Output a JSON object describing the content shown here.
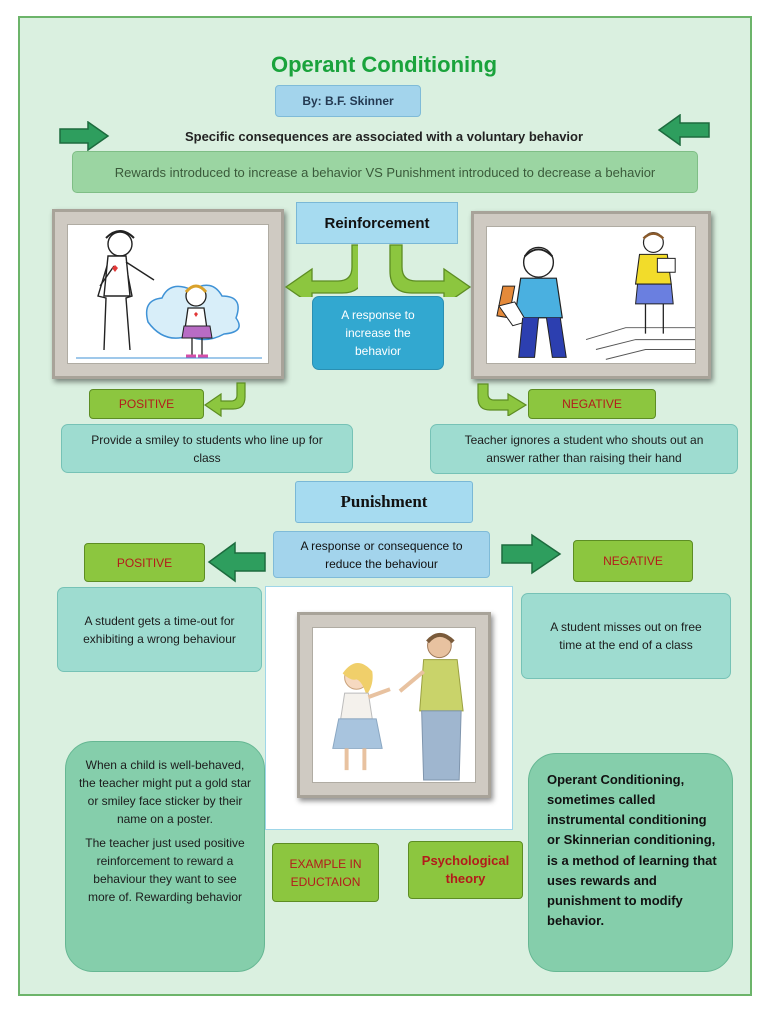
{
  "title": "Operant Conditioning",
  "byline": "By: B.F. Skinner",
  "subtitle": "Specific consequences are associated with a voluntary behavior",
  "rewards_bar": "Rewards introduced to increase a behavior VS Punishment introduced to decrease a behavior",
  "reinforcement": {
    "heading": "Reinforcement",
    "definition": "A response to increase the behavior",
    "positive": {
      "label": "POSITIVE",
      "example": "Provide a smiley to students who line up for class"
    },
    "negative": {
      "label": "NEGATIVE",
      "example": "Teacher ignores a student who shouts out an answer rather than raising their hand"
    }
  },
  "punishment": {
    "heading": "Punishment",
    "definition": "A response or consequence to reduce the behaviour",
    "positive": {
      "label": "POSITIVE",
      "example": "A student gets a time-out for exhibiting a wrong behaviour"
    },
    "negative": {
      "label": "NEGATIVE",
      "example": "A student misses out on free time at the end of a class"
    }
  },
  "example_text": {
    "para1": "When a child is well-behaved, the teacher might put a gold star or smiley face sticker by their name on a poster.",
    "para2": "The teacher just used positive reinforcement to reward a behaviour they want to see more of. Rewarding behavior"
  },
  "example_label": "EXAMPLE IN EDUCTAION",
  "theory_label": "Psychological theory",
  "theory_text": "Operant Conditioning, sometimes called instrumental conditioning or Skinnerian conditioning, is a method of learning that uses rewards and punishment to modify behavior.",
  "colors": {
    "page_bg": "#daf0e0",
    "title_green": "#1aa33c",
    "lime": "#8cc63f",
    "arrow_green": "#2e9e5e",
    "label_red": "#b31b1b"
  }
}
